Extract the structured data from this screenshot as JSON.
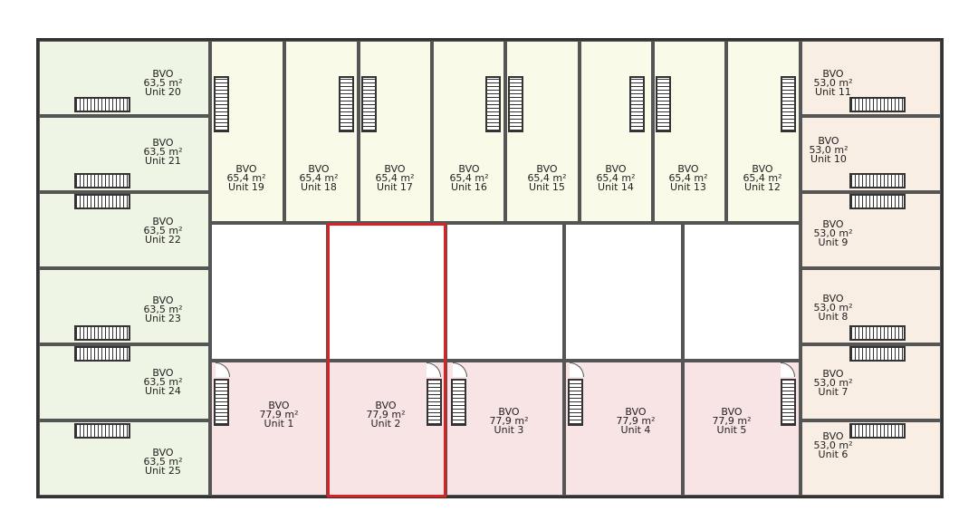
{
  "units": {
    "u20": {
      "t": "BVO",
      "a": "63,5 m²",
      "n": "Unit 20"
    },
    "u21": {
      "t": "BVO",
      "a": "63,5 m²",
      "n": "Unit 21"
    },
    "u22": {
      "t": "BVO",
      "a": "63,5 m²",
      "n": "Unit 22"
    },
    "u23": {
      "t": "BVO",
      "a": "63,5 m²",
      "n": "Unit 23"
    },
    "u24": {
      "t": "BVO",
      "a": "63,5 m²",
      "n": "Unit 24"
    },
    "u25": {
      "t": "BVO",
      "a": "63,5 m²",
      "n": "Unit 25"
    },
    "u19": {
      "t": "BVO",
      "a": "65,4 m²",
      "n": "Unit 19"
    },
    "u18": {
      "t": "BVO",
      "a": "65,4 m²",
      "n": "Unit 18"
    },
    "u17": {
      "t": "BVO",
      "a": "65,4 m²",
      "n": "Unit 17"
    },
    "u16": {
      "t": "BVO",
      "a": "65,4 m²",
      "n": "Unit 16"
    },
    "u15": {
      "t": "BVO",
      "a": "65,4 m²",
      "n": "Unit 15"
    },
    "u14": {
      "t": "BVO",
      "a": "65,4 m²",
      "n": "Unit 14"
    },
    "u13": {
      "t": "BVO",
      "a": "65,4 m²",
      "n": "Unit 13"
    },
    "u12": {
      "t": "BVO",
      "a": "65,4 m²",
      "n": "Unit 12"
    },
    "u1": {
      "t": "BVO",
      "a": "77,9 m²",
      "n": "Unit 1"
    },
    "u2": {
      "t": "BVO",
      "a": "77,9 m²",
      "n": "Unit 2"
    },
    "u3": {
      "t": "BVO",
      "a": "77,9 m²",
      "n": "Unit 3"
    },
    "u4": {
      "t": "BVO",
      "a": "77,9 m²",
      "n": "Unit 4"
    },
    "u5": {
      "t": "BVO",
      "a": "77,9 m²",
      "n": "Unit 5"
    },
    "u11": {
      "t": "BVO",
      "a": "53,0 m²",
      "n": "Unit 11"
    },
    "u10": {
      "t": "BVO",
      "a": "53,0 m²",
      "n": "Unit 10"
    },
    "u9": {
      "t": "BVO",
      "a": "53,0 m²",
      "n": "Unit 9"
    },
    "u8": {
      "t": "BVO",
      "a": "53,0 m²",
      "n": "Unit 8"
    },
    "u7": {
      "t": "BVO",
      "a": "53,0 m²",
      "n": "Unit 7"
    },
    "u6": {
      "t": "BVO",
      "a": "53,0 m²",
      "n": "Unit 6"
    }
  },
  "highlight": {
    "unit": "Unit 2",
    "color": "#d82228"
  }
}
